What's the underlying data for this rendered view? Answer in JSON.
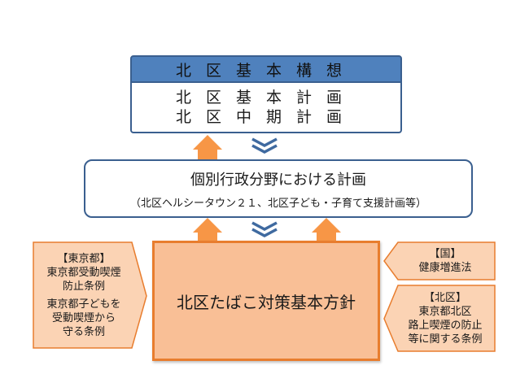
{
  "plan": {
    "header": "北区基本構想",
    "line1": "北区基本計画",
    "line2": "北区中期計画"
  },
  "field_plan": {
    "title": "個別行政分野における計画",
    "subtitle": "（北区ヘルシータウン２１、北区子ども・子育て支援計画等）"
  },
  "main_policy": "北区たばこ対策基本方針",
  "left_box": {
    "heading": "【東京都】",
    "item1_line1": "東京都受動喫煙",
    "item1_line2": "防止条例",
    "item2_line1": "東京都子どもを",
    "item2_line2": "受動喫煙から",
    "item2_line3": "守る条例"
  },
  "right_top_box": {
    "heading": "【国】",
    "line1": "健康増進法"
  },
  "right_bottom_box": {
    "heading": "【北区】",
    "line1": "東京都北区",
    "line2": "路上喫煙の防止",
    "line3": "等に関する条例"
  },
  "colors": {
    "blue_header": "#4f81bd",
    "blue_border": "#3a5f8f",
    "orange_fill": "#f9bf96",
    "orange_border": "#e87d2e",
    "side_fill": "#fbd3b4",
    "arrow_orange": "#f79646",
    "chevron_blue": "#3f6aa0"
  }
}
